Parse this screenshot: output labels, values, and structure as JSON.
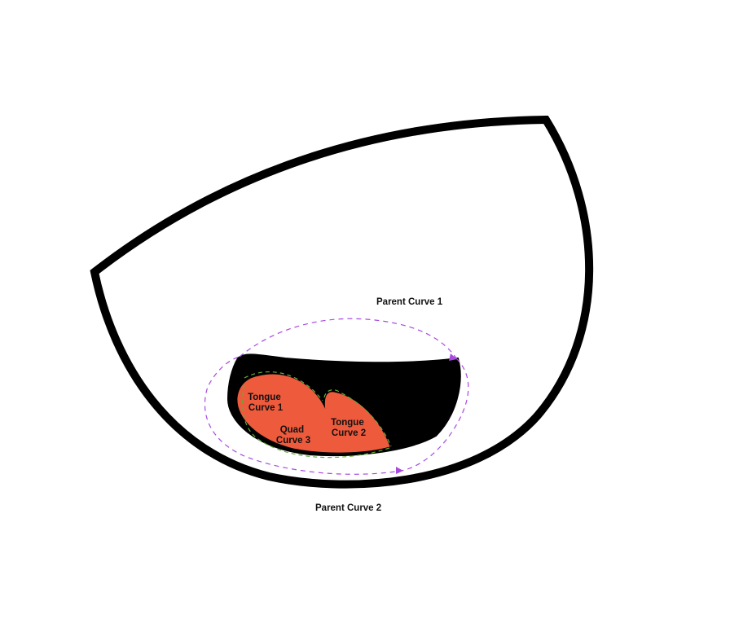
{
  "labels": {
    "parent_curve_1": "Parent Curve 1",
    "parent_curve_2": "Parent Curve 2",
    "tongue_curve_1": [
      "Tongue",
      "Curve 1"
    ],
    "tongue_curve_2": [
      "Tongue",
      "Curve 2"
    ],
    "quad_curve_3": [
      "Quad",
      "Curve 3"
    ]
  },
  "colors": {
    "outline": "#000000",
    "mouth_fill": "#000000",
    "tongue_fill": "#ee5a3c",
    "parent_guide": "#a84ae0",
    "tongue_guide": "#5fae3a",
    "label_text": "#111111",
    "background": "#ffffff"
  }
}
